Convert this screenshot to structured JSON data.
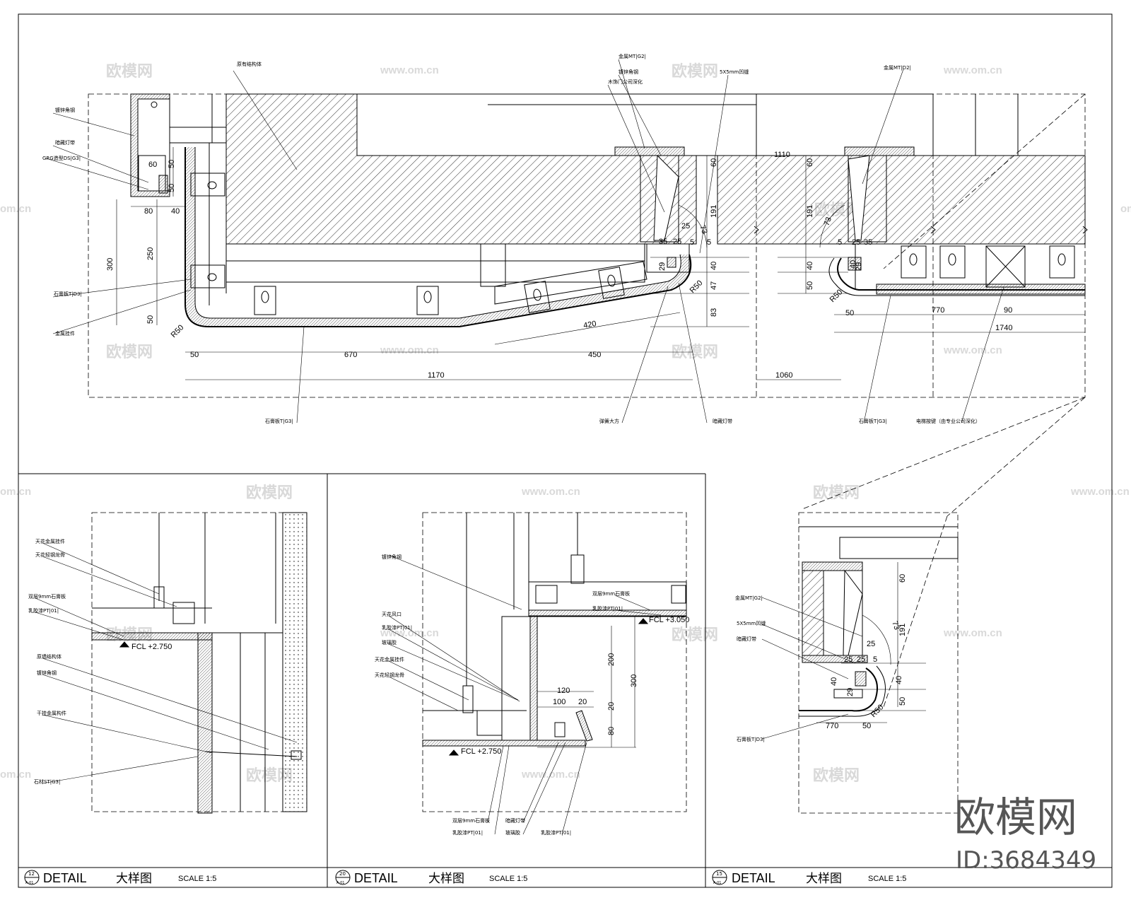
{
  "top": {
    "labels": [
      "原有结构体",
      "镀锌角钢",
      "暗藏灯带",
      "GRG造型DS|G3|",
      "石膏板T|D3|",
      "金属挂件",
      "金属MT|G2|",
      "镀锌角钢",
      "木饰门公司深化",
      "5X5mm凹缝",
      "金属MT|D2|",
      "石膏板T|G3|",
      "弹簧大方",
      "暗藏灯带",
      "石膏板T|G3|",
      "电梯按键（由专业公司深化）"
    ],
    "dims": [
      "60",
      "50",
      "50",
      "80",
      "40",
      "300",
      "250",
      "50",
      "R50",
      "50",
      "670",
      "450",
      "420",
      "1170",
      "60",
      "191",
      "73",
      "25",
      "35",
      "25",
      "5",
      "29",
      "5",
      "40",
      "47",
      "83",
      "R50",
      "1110",
      "1060",
      "60",
      "191",
      "73",
      "5",
      "25",
      "35",
      "29",
      "40",
      "40",
      "50",
      "R50",
      "50",
      "770",
      "90",
      "1740"
    ]
  },
  "detail12": {
    "labels": [
      "天花金属挂件",
      "天花轻钢龙骨",
      "双层9mm石膏板",
      "乳胶漆PT|01|",
      "原墙结构体",
      "镀锌角钢",
      "干挂金属构件",
      "石材ST|G3|"
    ],
    "fcl": "FCL +2.750"
  },
  "detail20": {
    "labels": [
      "镀锌角钢",
      "天花风口",
      "乳胶漆PT|01|",
      "玻璃胶",
      "天花金属挂件",
      "天花轻钢龙骨",
      "双层9mm石膏板",
      "乳胶漆PT|01|",
      "双层9mm石膏板",
      "乳胶漆PT|01|",
      "暗藏灯带",
      "玻璃胶",
      "乳胶漆PT|01|"
    ],
    "dims": [
      "200",
      "300",
      "120",
      "100",
      "20",
      "20",
      "80"
    ],
    "fcl1": "FCL +3.050",
    "fcl2": "FCL +2.750"
  },
  "detail15": {
    "labels": [
      "金属MT|G2|",
      "5X5mm凹缝",
      "暗藏灯带",
      "石膏板T|D3|"
    ],
    "dims": [
      "60",
      "191",
      "73",
      "25",
      "25",
      "25",
      "5",
      "40",
      "29",
      "40",
      "50",
      "R50",
      "770",
      "50"
    ]
  },
  "titles": [
    {
      "num": "12",
      "sub": "A-01",
      "en": "DETAIL",
      "cn": "大样图",
      "scale": "SCALE  1:5"
    },
    {
      "num": "20",
      "sub": "A-01",
      "en": "DETAIL",
      "cn": "大样图",
      "scale": "SCALE  1:5"
    },
    {
      "num": "15",
      "sub": "A-01",
      "en": "DETAIL",
      "cn": "大样图",
      "scale": "SCALE  1:5"
    }
  ],
  "watermark": {
    "cn": "欧模网",
    "url": "www.om.cn",
    "cn_short": "om.cn"
  },
  "brand": {
    "name": "欧模网",
    "id": "ID:3684349"
  }
}
